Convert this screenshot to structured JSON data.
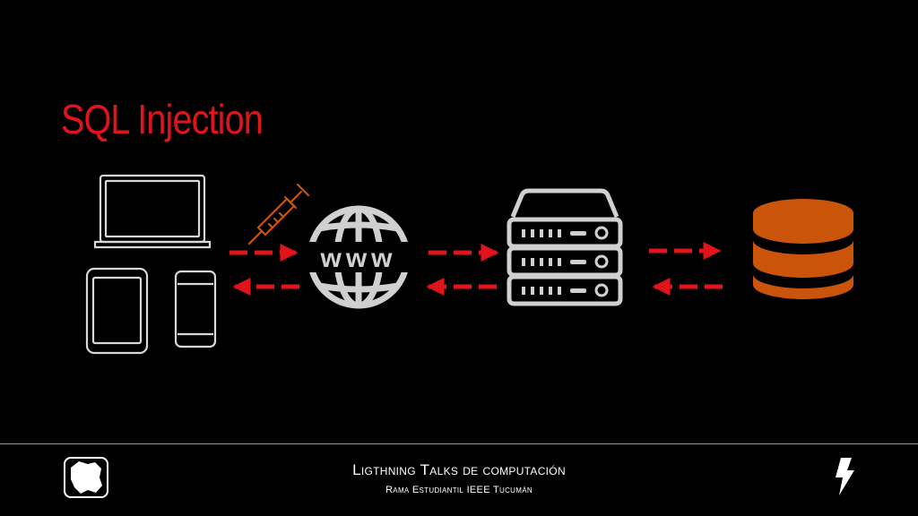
{
  "slide": {
    "title": "SQL Injection"
  },
  "diagram": {
    "nodes": [
      {
        "id": "clients",
        "icon": "laptop-tablet-phone-icons",
        "color": "#d8d8d8"
      },
      {
        "id": "web",
        "icon": "globe-www-icon",
        "label": "www",
        "color": "#d0d0d0"
      },
      {
        "id": "server",
        "icon": "server-rack-icon",
        "color": "#d0d0d0"
      },
      {
        "id": "database",
        "icon": "database-icon",
        "color": "#c9540a"
      }
    ],
    "injection_icon": "syringe-icon",
    "arrow_color": "#e0141b"
  },
  "footer": {
    "title": "Ligthning Talks de computación",
    "subtitle": "Rama Estudiantil IEEE Tucumán",
    "logo_icon": "tucuman-map-emblem-icon",
    "bolt_icon": "lightning-bolt-icon"
  },
  "colors": {
    "background": "#000000",
    "title": "#e0141b",
    "accent_orange": "#c9540a"
  }
}
